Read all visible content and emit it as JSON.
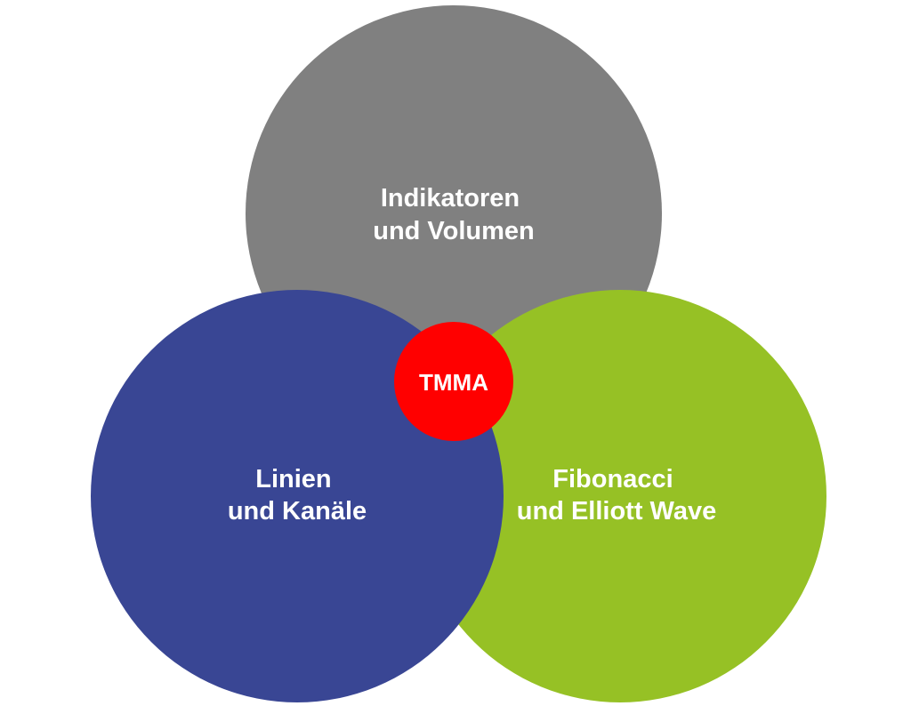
{
  "diagram": {
    "circles": [
      {
        "id": "top",
        "lines": [
          "Indikatoren",
          "und Volumen"
        ],
        "color": "#808080"
      },
      {
        "id": "right",
        "lines": [
          "Fibonacci",
          "und Elliott Wave"
        ],
        "color": "#96c125"
      },
      {
        "id": "left",
        "lines": [
          "Linien",
          "und Kanäle"
        ],
        "color": "#394694"
      }
    ],
    "center": {
      "label": "TMMA",
      "color": "#ff0000"
    },
    "text_color": "#ffffff"
  }
}
